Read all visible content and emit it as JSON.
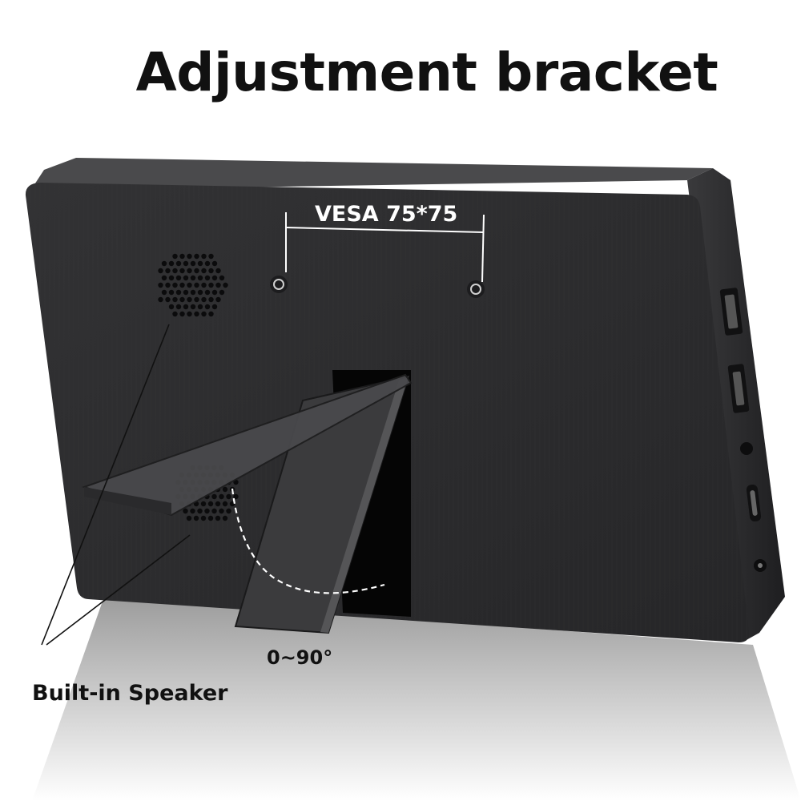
{
  "title": "Adjustment bracket",
  "vesa_label": "VESA 75*75",
  "angle_label": "0~90°",
  "speaker_label": "Built-in Speaker",
  "colors": {
    "device_body": "#2b2b2d",
    "device_edge": "#1a1a1b",
    "stand": "#3a3a3c",
    "text": "#111111",
    "annotation_line": "#ffffff"
  },
  "ports": [
    "hdmi-port-icon",
    "mini-hdmi-port-icon",
    "audio-jack-icon",
    "usb-c-port-icon",
    "power-jack-icon"
  ]
}
